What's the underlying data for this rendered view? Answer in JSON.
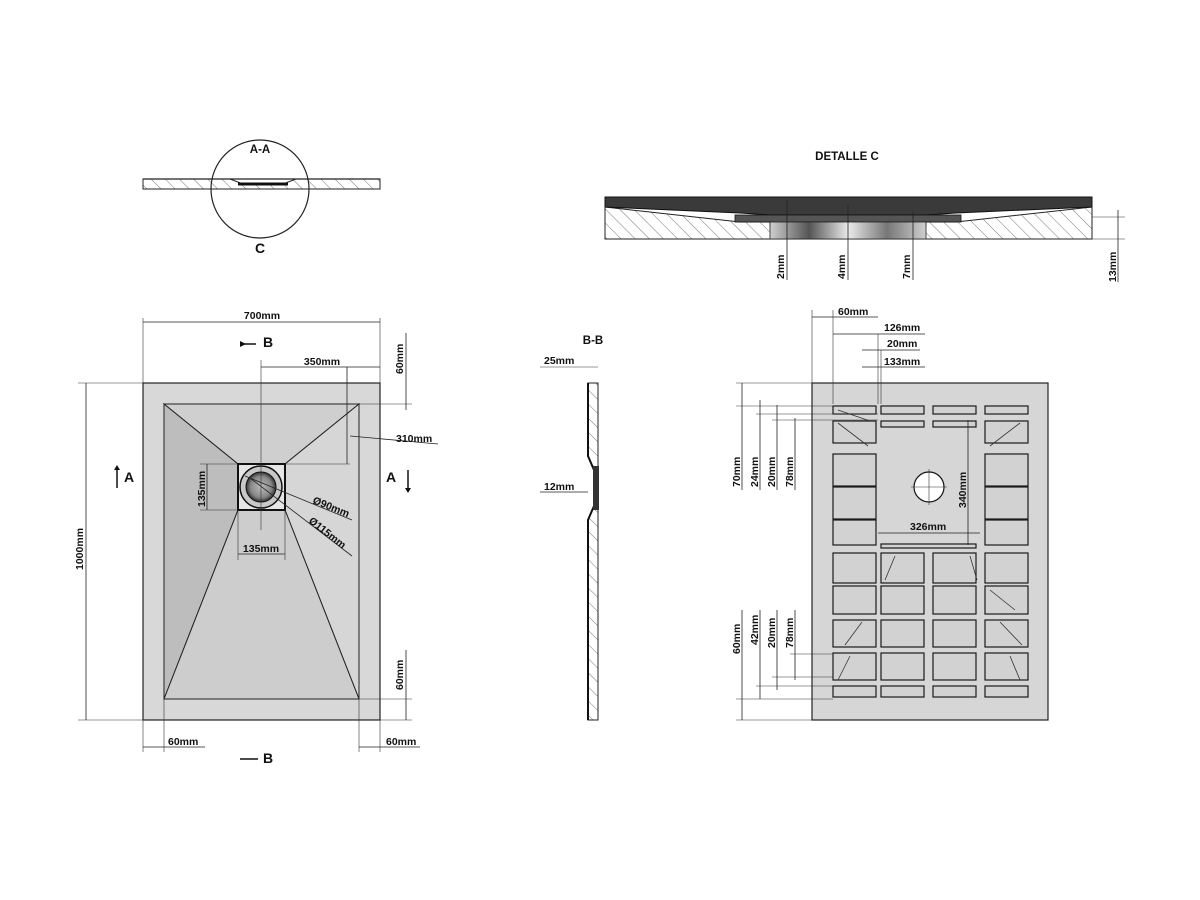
{
  "views": {
    "section_aa": {
      "title": "A-A",
      "detail_marker": "C"
    },
    "detail_c": {
      "title": "DETALLE    C",
      "dims": {
        "a": "2mm",
        "b": "4mm",
        "c": "7mm",
        "d": "13mm"
      }
    },
    "plan": {
      "dims": {
        "width": "700mm",
        "half_width": "350mm",
        "top_margin": "60mm",
        "slope_length": "310mm",
        "drain_height": "135mm",
        "drain_width": "135mm",
        "diameter_inner": "Ø90mm",
        "diameter_outer": "Ø115mm",
        "length": "1000mm",
        "bottom_margin": "60mm",
        "left_margin": "60mm",
        "right_margin": "60mm"
      },
      "cut_labels": {
        "b_top": "B",
        "b_bottom": "B",
        "a_left": "A",
        "a_right": "A"
      }
    },
    "section_bb": {
      "title": "B-B",
      "dims": {
        "top": "25mm",
        "middle": "12mm"
      }
    },
    "underside": {
      "dims": {
        "left": "60mm",
        "w126": "126mm",
        "w20": "20mm",
        "w133": "133mm",
        "h70": "70mm",
        "h24": "24mm",
        "h20a": "20mm",
        "h78a": "78mm",
        "h340": "340mm",
        "w326": "326mm",
        "h60": "60mm",
        "h42": "42mm",
        "h20b": "20mm",
        "h78b": "78mm"
      }
    }
  }
}
